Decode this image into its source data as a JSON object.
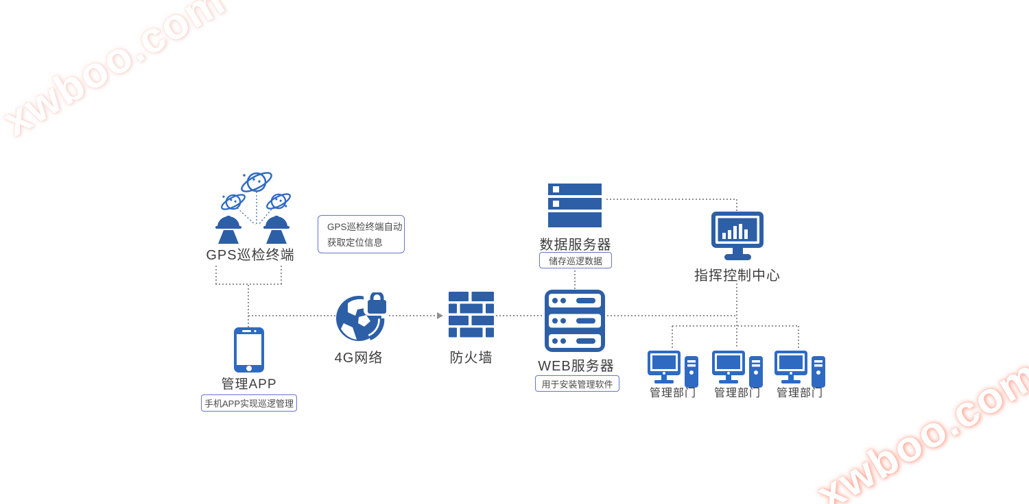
{
  "watermark": {
    "text": "xwboo.com"
  },
  "colors": {
    "primary_blue": "#2d5fa6",
    "bright_blue": "#2e6ac2",
    "connector_gray": "#8f8f8f",
    "note_border": "#6673c8",
    "watermark_glow": "#ff9c8a"
  },
  "gps_terminal": {
    "label": "GPS巡检终端",
    "note_line1": "GPS巡检终端自动",
    "note_line2": "获取定位信息"
  },
  "management_app": {
    "label": "管理APP",
    "note": "手机APP实现巡逻管理"
  },
  "network": {
    "label": "4G网络"
  },
  "firewall": {
    "label": "防火墙"
  },
  "web_server": {
    "label": "WEB服务器",
    "note": "用于安装管理软件"
  },
  "data_server": {
    "label": "数据服务器",
    "note": "储存巡逻数据"
  },
  "command_center": {
    "label": "指挥控制中心"
  },
  "departments": [
    {
      "label": "管理部门"
    },
    {
      "label": "管理部门"
    },
    {
      "label": "管理部门"
    }
  ]
}
